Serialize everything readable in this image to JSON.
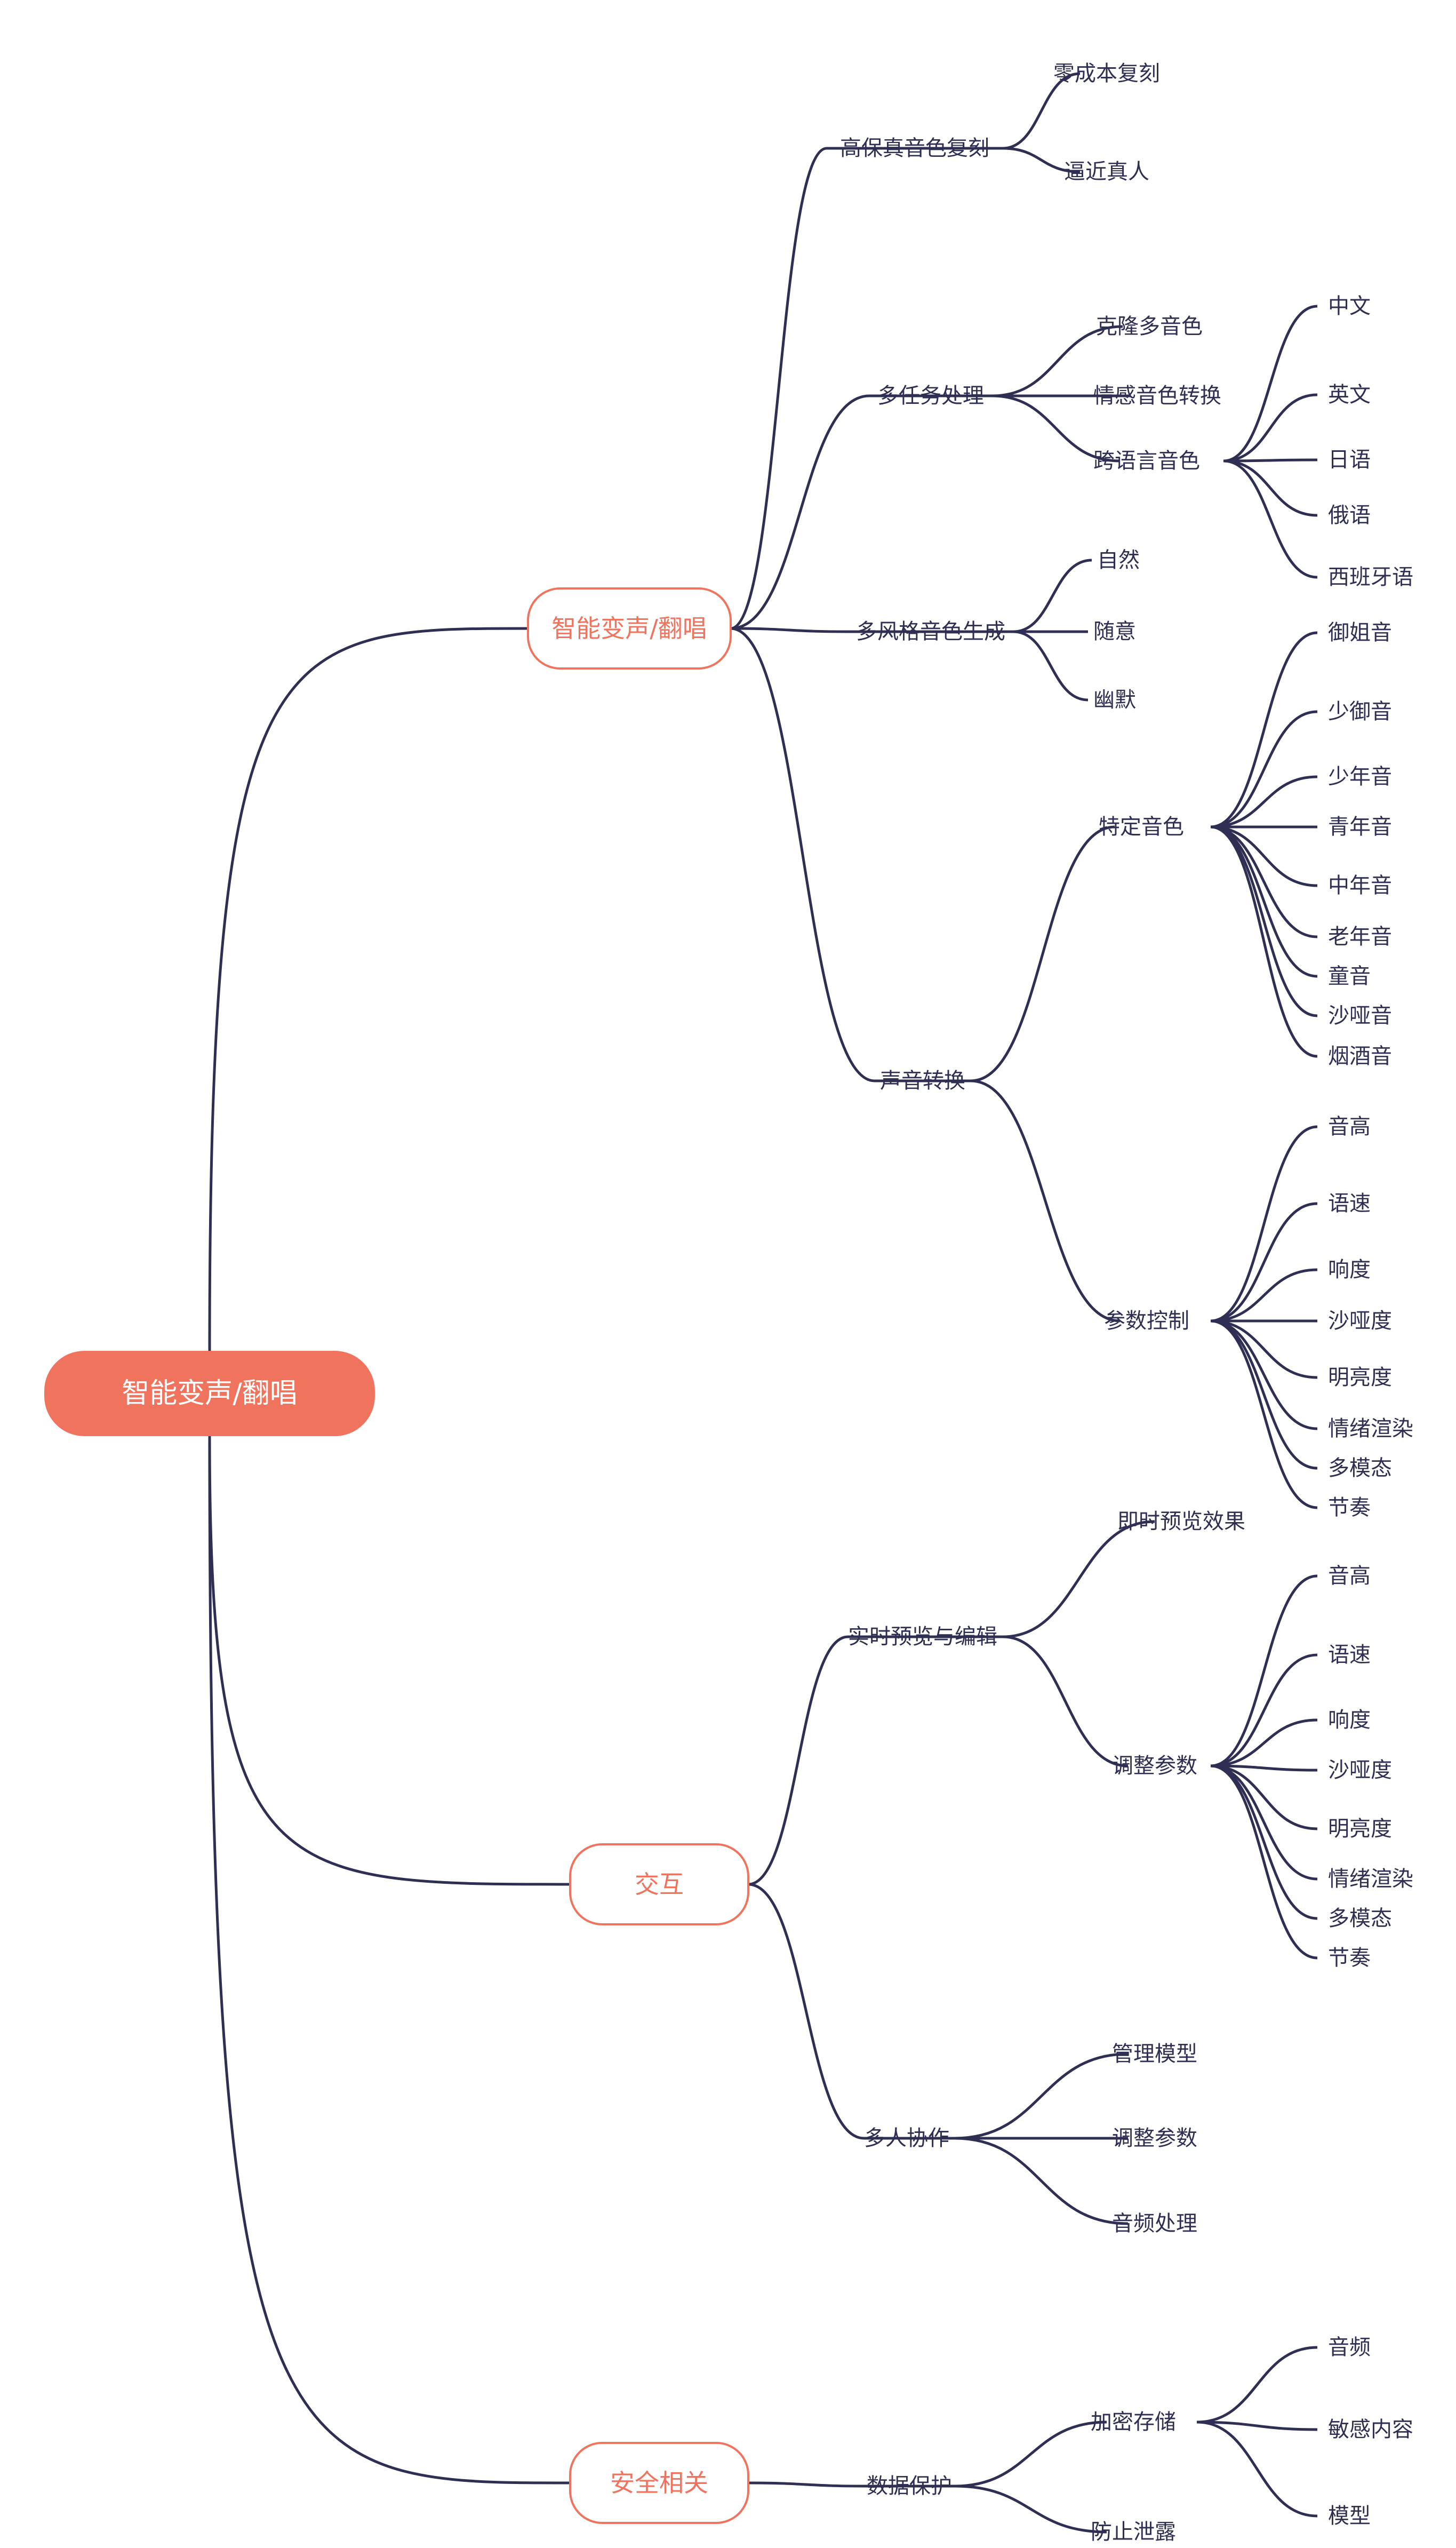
{
  "colors": {
    "line": "#2e2f52",
    "root_fill": "#f0735e",
    "branch_outline": "#f0735e",
    "branch_text": "#f0735e",
    "text": "#2e2f52",
    "background": "#ffffff"
  },
  "mindmap": {
    "root": "智能变声/翻唱",
    "branches": [
      {
        "label": "智能变声/翻唱",
        "children": [
          {
            "label": "高保真音色复刻",
            "children": [
              {
                "label": "零成本复刻"
              },
              {
                "label": "逼近真人"
              }
            ]
          },
          {
            "label": "多任务处理",
            "children": [
              {
                "label": "克隆多音色"
              },
              {
                "label": "情感音色转换"
              },
              {
                "label": "跨语言音色",
                "children": [
                  {
                    "label": "中文"
                  },
                  {
                    "label": "英文"
                  },
                  {
                    "label": "日语"
                  },
                  {
                    "label": "俄语"
                  },
                  {
                    "label": "西班牙语"
                  }
                ]
              }
            ]
          },
          {
            "label": "多风格音色生成",
            "children": [
              {
                "label": "自然"
              },
              {
                "label": "随意"
              },
              {
                "label": "幽默"
              }
            ]
          },
          {
            "label": "声音转换",
            "children": [
              {
                "label": "特定音色",
                "children": [
                  {
                    "label": "御姐音"
                  },
                  {
                    "label": "少御音"
                  },
                  {
                    "label": "少年音"
                  },
                  {
                    "label": "青年音"
                  },
                  {
                    "label": "中年音"
                  },
                  {
                    "label": "老年音"
                  },
                  {
                    "label": "童音"
                  },
                  {
                    "label": "沙哑音"
                  },
                  {
                    "label": "烟酒音"
                  }
                ]
              },
              {
                "label": "参数控制",
                "children": [
                  {
                    "label": "音高"
                  },
                  {
                    "label": "语速"
                  },
                  {
                    "label": "响度"
                  },
                  {
                    "label": "沙哑度"
                  },
                  {
                    "label": "明亮度"
                  },
                  {
                    "label": "情绪渲染"
                  },
                  {
                    "label": "多模态"
                  },
                  {
                    "label": "节奏"
                  }
                ]
              }
            ]
          }
        ]
      },
      {
        "label": "交互",
        "children": [
          {
            "label": "实时预览与编辑",
            "children": [
              {
                "label": "即时预览效果"
              },
              {
                "label": "调整参数",
                "children": [
                  {
                    "label": "音高"
                  },
                  {
                    "label": "语速"
                  },
                  {
                    "label": "响度"
                  },
                  {
                    "label": "沙哑度"
                  },
                  {
                    "label": "明亮度"
                  },
                  {
                    "label": "情绪渲染"
                  },
                  {
                    "label": "多模态"
                  },
                  {
                    "label": "节奏"
                  }
                ]
              }
            ]
          },
          {
            "label": "多人协作",
            "children": [
              {
                "label": "管理模型"
              },
              {
                "label": "调整参数"
              },
              {
                "label": "音频处理"
              }
            ]
          }
        ]
      },
      {
        "label": "安全相关",
        "children": [
          {
            "label": "数据保护",
            "children": [
              {
                "label": "加密存储",
                "children": [
                  {
                    "label": "音频"
                  },
                  {
                    "label": "敏感内容"
                  },
                  {
                    "label": "模型"
                  }
                ]
              },
              {
                "label": "防止泄露"
              }
            ]
          }
        ]
      }
    ]
  }
}
